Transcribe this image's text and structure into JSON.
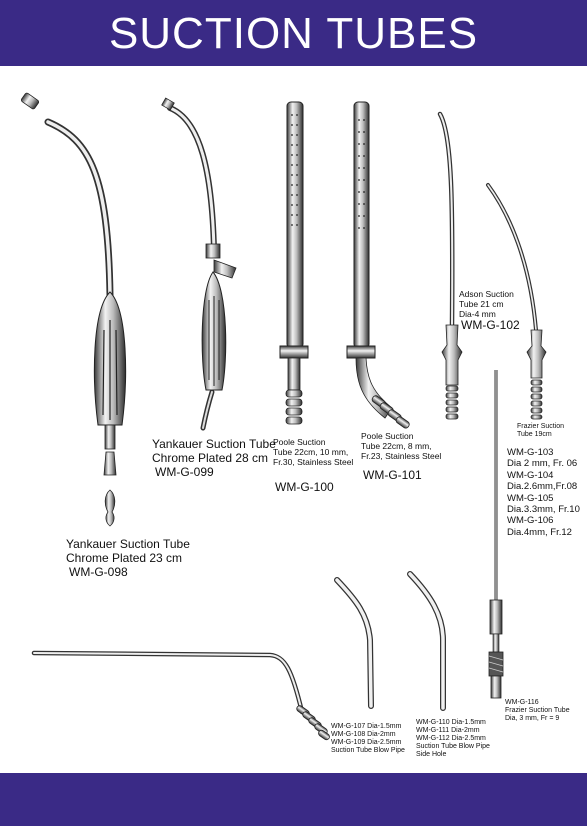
{
  "title": "SUCTION TUBES",
  "colors": {
    "band": "#3a2a86",
    "title_text": "#ffffff",
    "metal_light": "#e9e9e9",
    "metal_dark": "#444444"
  },
  "items": {
    "g098": {
      "name1": "Yankauer Suction Tube",
      "name2": "Chrome Plated 23 cm",
      "code": "WM-G-098"
    },
    "g099": {
      "name1": "Yankauer Suction Tube",
      "name2": "Chrome Plated 28 cm",
      "code": "WM-G-099"
    },
    "g100": {
      "l1": "Poole Suction",
      "l2": "Tube 22cm, 10 mm,",
      "l3": "Fr.30, Stainless Steel",
      "code": "WM-G-100"
    },
    "g101": {
      "l1": "Poole Suction",
      "l2": "Tube 22cm, 8 mm,",
      "l3": "Fr.23, Stainless Steel",
      "code": "WM-G-101"
    },
    "g102": {
      "l1": "Adson Suction",
      "l2": "Tube 21 cm",
      "l3": "Dia-4 mm",
      "code": "WM-G-102"
    },
    "frazier": {
      "l1": "Frazier Suction",
      "l2": "Tube 19cm"
    },
    "frazier_codes": [
      {
        "code": "WM-G-103",
        "spec": "Dia 2 mm,  Fr. 06"
      },
      {
        "code": "WM-G-104",
        "spec": "Dia.2.6mm,Fr.08"
      },
      {
        "code": "WM-G-105",
        "spec": "Dia.3.3mm, Fr.10"
      },
      {
        "code": "WM-G-106",
        "spec": "Dia.4mm, Fr.12"
      }
    ],
    "g116": {
      "code": "WM-G-116",
      "l1": "Frazier Suction Tube",
      "l2": "Dia, 3 mm, Fr = 9"
    },
    "blowpipe1": {
      "rows": [
        "WM-G-107  Dia-1.5mm",
        "WM-G-108  Dia-2mm",
        "WM-G-109  Dia-2.5mm"
      ],
      "name": "Suction Tube Blow Pipe"
    },
    "blowpipe2": {
      "rows": [
        "WM-G-110  Dia-1.5mm",
        "WM-G-111  Dia-2mm",
        "WM-G-112  Dia-2.5mm"
      ],
      "name": "Suction Tube Blow Pipe",
      "note": "Side Hole"
    }
  }
}
